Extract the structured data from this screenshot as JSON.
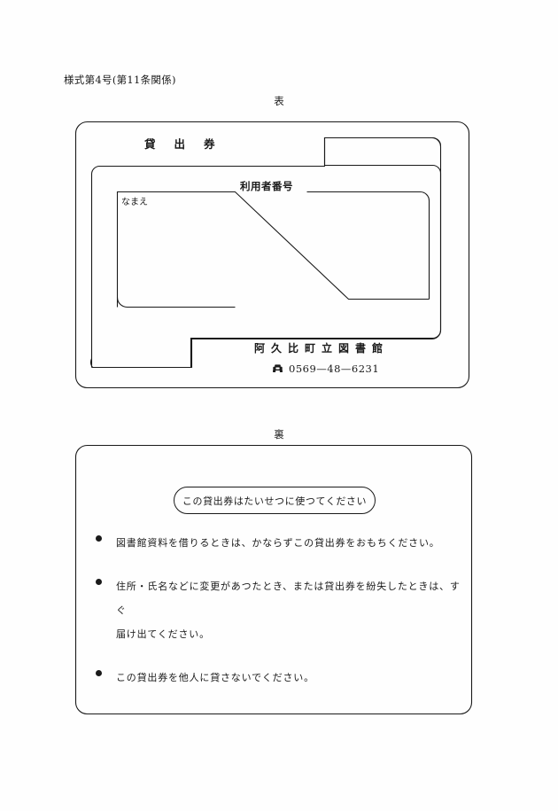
{
  "document": {
    "form_number": "様式第4号(第11条関係)"
  },
  "front": {
    "caption": "表",
    "card_title": "貸出券",
    "name_label": "なまえ",
    "user_number_label": "利用者番号",
    "library_name": "阿久比町立図書館",
    "phone_icon": "telephone-icon",
    "phone_number": "0569—48—6231"
  },
  "back": {
    "caption": "裏",
    "notice": "この貸出券はたいせつに使つてください",
    "rules": [
      "図書館資料を借りるときは、かならずこの貸出券をおもちください。",
      "住所・氏名などに変更があつたとき、または貸出券を紛失したときは、すぐ\n届け出てください。",
      "この貸出券を他人に貸さないでください。"
    ]
  },
  "colors": {
    "ink": "#1a1a1a",
    "paper": "#fefefe"
  }
}
